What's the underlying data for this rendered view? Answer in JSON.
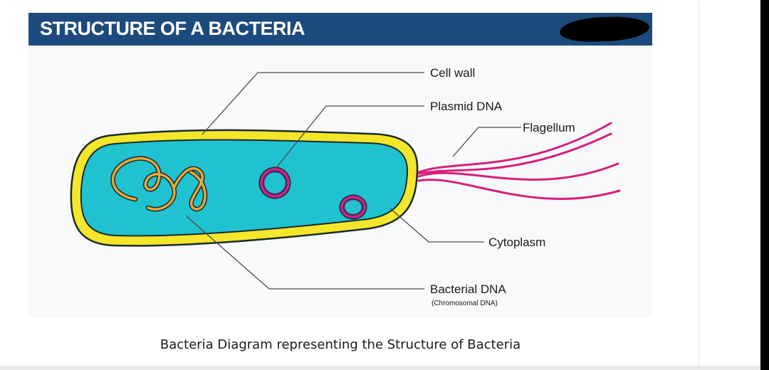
{
  "banner": {
    "title": "STRUCTURE OF A BACTERIA",
    "background_color": "#1d4a7c",
    "text_color": "#ffffff"
  },
  "labels": {
    "cell_wall": "Cell wall",
    "plasmid_dna": "Plasmid DNA",
    "flagellum": "Flagellum",
    "cytoplasm": "Cytoplasm",
    "bacterial_dna": "Bacterial DNA",
    "bacterial_dna_sub": "(Chromosomal DNA)"
  },
  "colors": {
    "cell_wall": "#f4e62a",
    "cell_outline": "#1a2a2e",
    "cytoplasm": "#20c2cf",
    "bacterial_dna": "#e8a83a",
    "plasmid_ring": "#c8238a",
    "plasmid_inner": "#6a4aa8",
    "flagellum": "#d6207a"
  },
  "caption": "Bacteria Diagram representing the Structure of Bacteria"
}
